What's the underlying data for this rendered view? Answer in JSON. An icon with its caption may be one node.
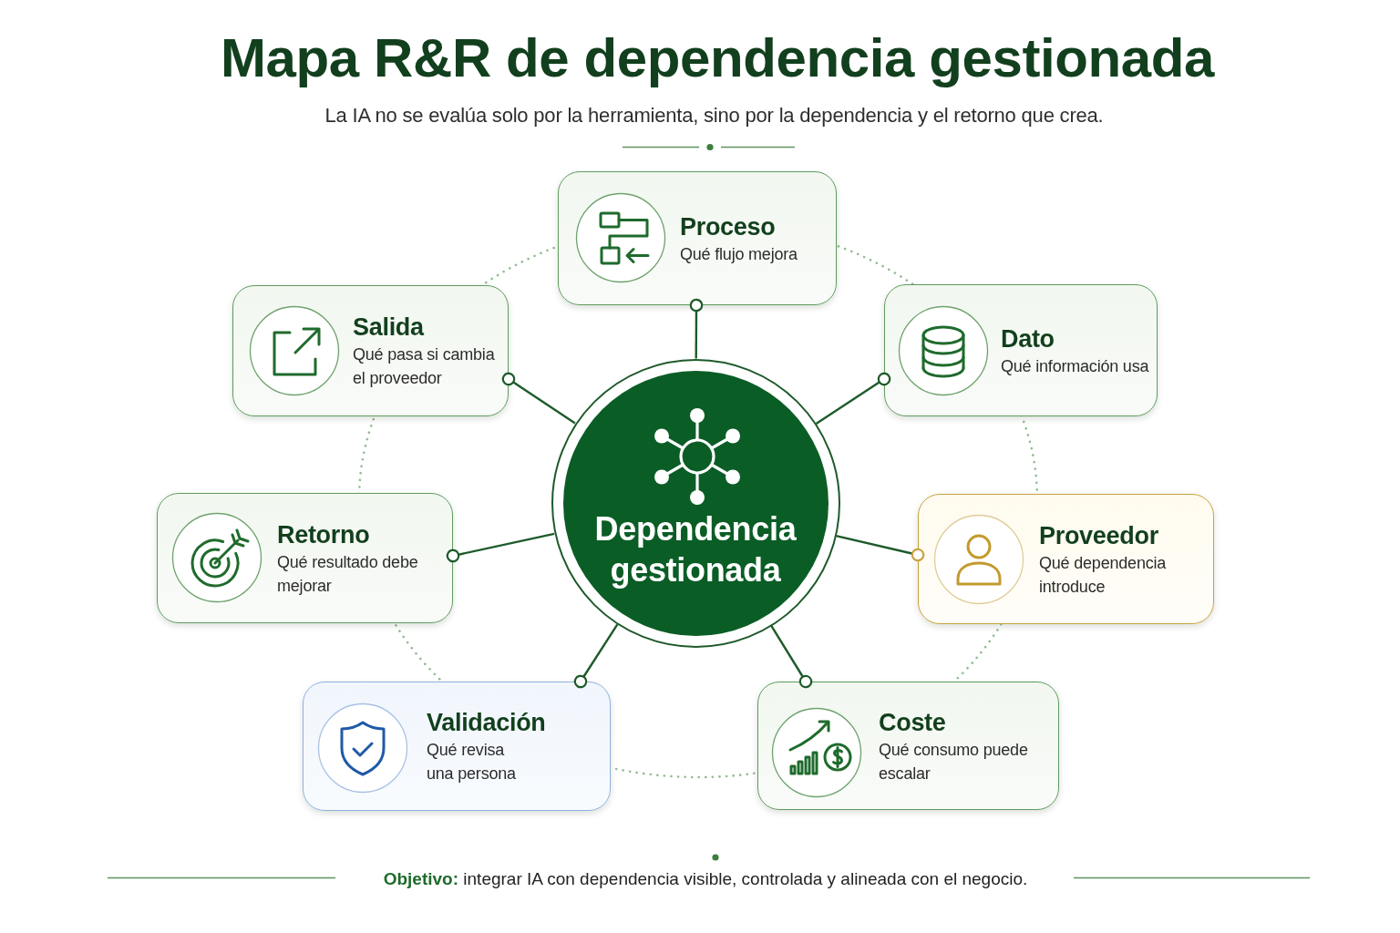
{
  "diagram": {
    "title": "Mapa R&R de dependencia gestionada",
    "caption": "**Objetivo:** integrar IA con dependencia visible, controlada y alineada con el negocio.",
    "nodes": [
      {
        "text": [
          "Proceso",
          "Qué flujo mejora"
        ]
      },
      {
        "text": [
          "Salida",
          "Qué pasa si cambia el proveedor"
        ]
      },
      {
        "text": [
          "Dato",
          "Qué información usa"
        ]
      },
      {
        "text": [
          "Dependencia gestionada"
        ]
      },
      {
        "text": [
          "Retorno",
          "Qué resultado debe mejorar"
        ]
      },
      {
        "text": [
          "Proveedor",
          "Qué dependencia introduce"
        ]
      },
      {
        "text": [
          "Validación",
          "Qué revisa una persona"
        ]
      },
      {
        "text": [
          "Coste",
          "Qué consumo puede escalar"
        ]
      }
    ],
    "edges": [
      {
        "from": 3,
        "to": 0,
        "arrow": "other"
      },
      {
        "from": 3,
        "to": 1,
        "arrow": "other"
      },
      {
        "from": 3,
        "to": 2,
        "arrow": "other"
      },
      {
        "from": 3,
        "to": 4,
        "arrow": "other"
      },
      {
        "from": 3,
        "to": 5,
        "arrow": "other"
      },
      {
        "from": 3,
        "to": 6,
        "arrow": "other"
      },
      {
        "from": 3,
        "to": 7,
        "arrow": "other"
      }
    ],
    "labels": [
      "La IA no se evalúa solo por la herramienta, sino por la dependencia y el retorno que crea."
    ]
  }
}
